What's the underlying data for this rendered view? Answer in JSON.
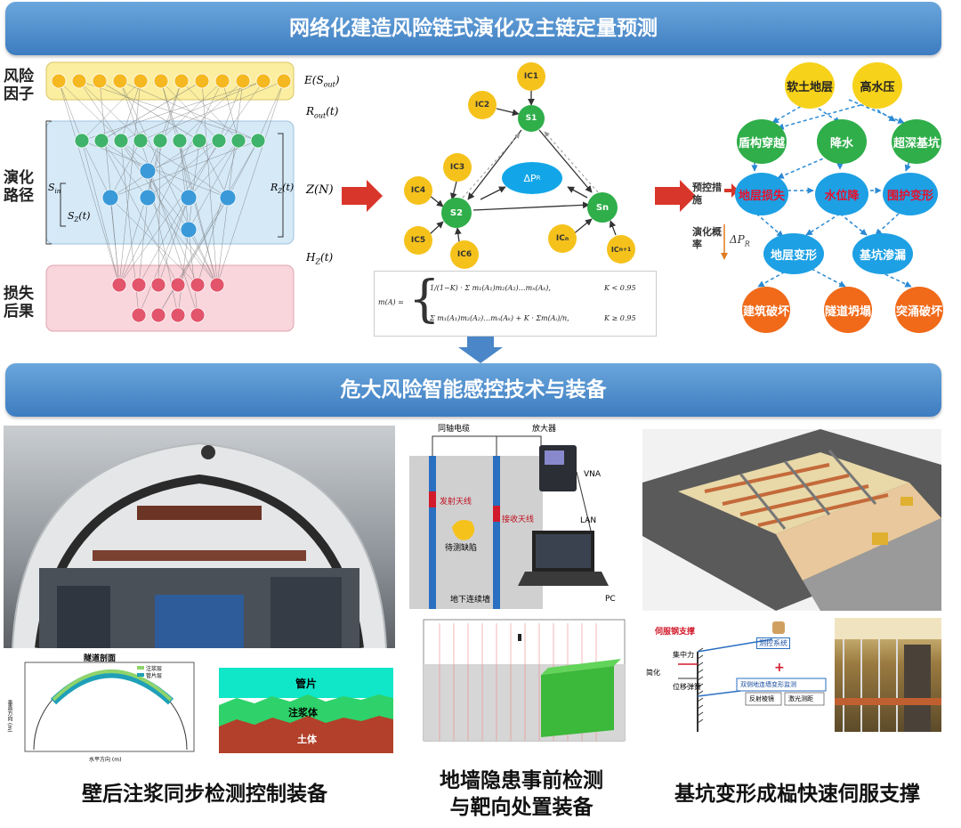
{
  "top_banner": "网络化建造风险链式演化及主链定量预测",
  "mid_banner": "危大风险智能感控技术与装备",
  "left_panel": {
    "risk_factors": "风险因子",
    "evolution_path": "演化路径",
    "loss_result": "损失后果",
    "e_label": "E(S",
    "e_sub": "out",
    "e_close": ")",
    "r_out": "R",
    "r_out_sub": "out",
    "r_out_t": "(t)",
    "s_in": "S",
    "s_in_sub": "in",
    "sz": "S",
    "sz_sub": "Z",
    "sz_t": "(t)",
    "rz": "R",
    "rz_sub": "Z",
    "rz_t": "(t)",
    "zn": "Z(N)",
    "hz": "H",
    "hz_sub": "Z",
    "hz_t": "(t)",
    "colors": {
      "factor": "#f5b820",
      "path": "#3fb36b",
      "node": "#3a9ad9",
      "loss": "#e2556b"
    }
  },
  "network": {
    "nodes": [
      "IC1",
      "IC2",
      "S1",
      "IC3",
      "IC4",
      "S2",
      "IC5",
      "IC6",
      "Sn",
      "IC",
      "IC",
      "ΔP"
    ],
    "node_ic1": "IC1",
    "node_ic2": "IC2",
    "node_s1": "S1",
    "node_ic3": "IC3",
    "node_ic4": "IC4",
    "node_s2": "S2",
    "node_ic5": "IC5",
    "node_ic6": "IC6",
    "node_sn": "Sn",
    "node_icn": "IC",
    "node_icn_sub": "n",
    "node_icn1": "IC",
    "node_icn1_sub": "n+1",
    "center": "ΔP",
    "center_sub": "R",
    "formula_lhs": "m(A) =",
    "formula_row1": "1/(1−K) · Σ m₁(A₁)m₂(A₂)…mₙ(Aₖ),",
    "formula_row1_cond": "K < 0.95",
    "formula_row2": "Σ m₁(A₁)m₂(A₂)…mₙ(Aₖ) + K · Σm(Aᵢ)/n,",
    "formula_row2_cond": "K ≥ 0.95"
  },
  "chain": {
    "soft_soil": "软土地层",
    "high_water": "高水压",
    "shield": "盾构穿越",
    "dewater": "降水",
    "deep_pit": "超深基坑",
    "stratum_loss": "地层损失",
    "water_drop": "水位降",
    "support_def": "围护变形",
    "stratum_def": "地层变形",
    "pit_leak": "基坑渗漏",
    "building": "建筑破坏",
    "tunnel": "隧道坍塌",
    "burst": "突涌破坏",
    "control": "预控措施",
    "prob": "演化概率",
    "dpr": "ΔP",
    "dpr_sub": "R"
  },
  "bottom": {
    "left_title": "壁后注浆同步检测控制装备",
    "mid_title_1": "地墙隐患事前检测",
    "mid_title_2": "与靶向处置装备",
    "right_title": "基坑变形成榀快速伺服支撑",
    "tunnel_section": "隧道剖面",
    "legend_grout": "注浆层",
    "legend_seg": "管片层",
    "axis_h": "水平方向 (m)",
    "axis_v": "垂直方向 (m)",
    "layer_seg": "管片",
    "layer_grout": "注浆体",
    "layer_soil": "土体",
    "coax": "同轴电缆",
    "amp": "放大器",
    "vna": "VNA",
    "lan": "LAN",
    "pc": "PC",
    "tx": "发射天线",
    "rx": "接收天线",
    "defect": "待测缺陷",
    "wall": "地下连续墙",
    "servo": "伺服钢支撑",
    "conc": "集中力",
    "simplify": "简化",
    "spring": "位移弹簧",
    "monitor": "测控系统",
    "plus": "+",
    "dual": "双侧地连墙变形监测",
    "reflect": "反射棱镜",
    "laser": "激光测距"
  }
}
